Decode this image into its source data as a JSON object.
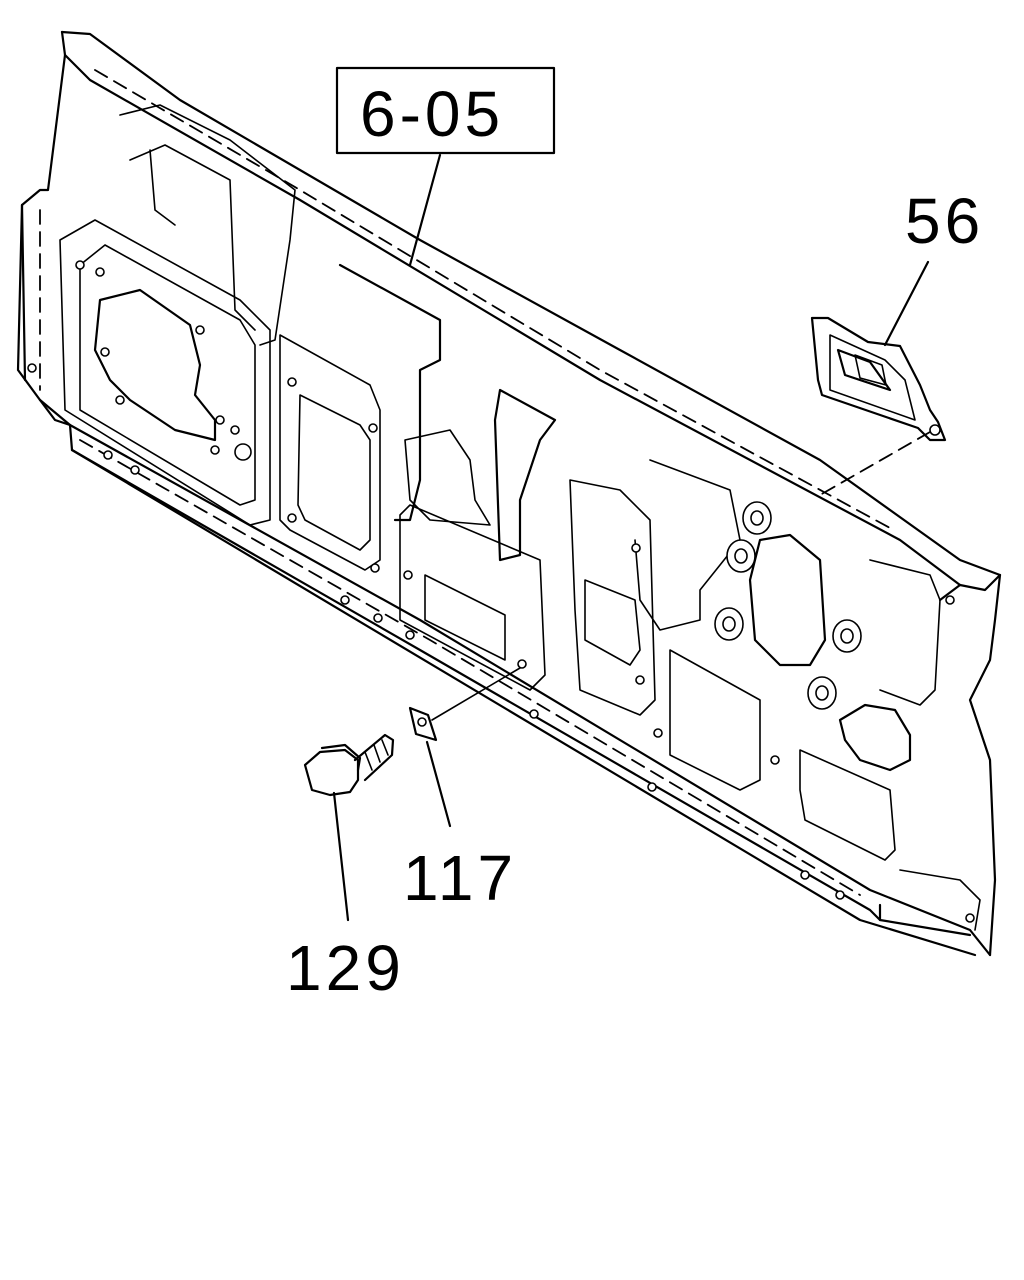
{
  "diagram": {
    "callouts": [
      {
        "id": "ref-box",
        "text": "6-05",
        "boxed": true
      },
      {
        "id": "part-56",
        "text": "56",
        "boxed": false
      },
      {
        "id": "part-117",
        "text": "117",
        "boxed": false
      },
      {
        "id": "part-129",
        "text": "129",
        "boxed": false
      }
    ]
  }
}
